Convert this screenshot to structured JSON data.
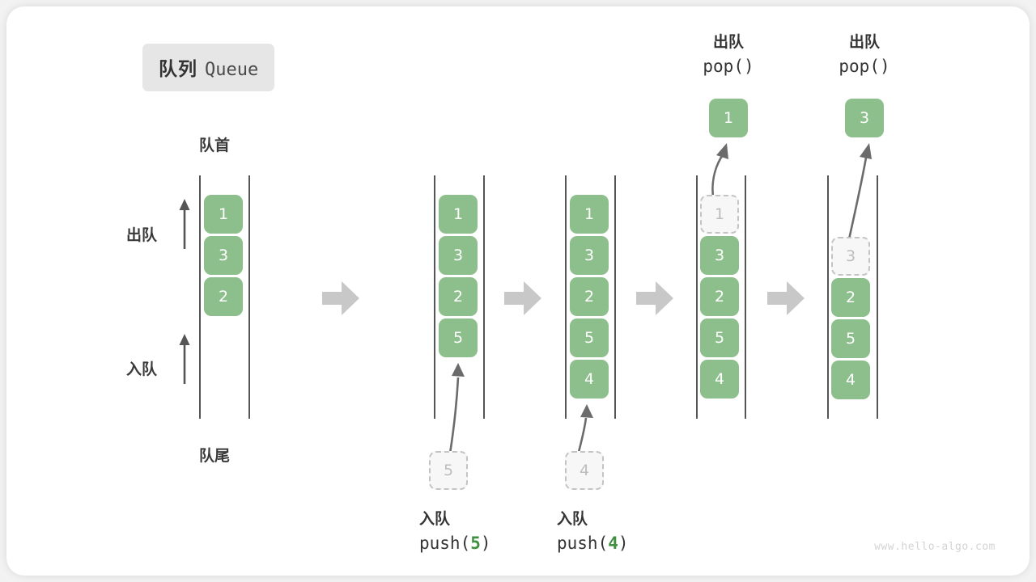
{
  "title": {
    "cn": "队列",
    "en": "Queue"
  },
  "colors": {
    "element": "#8cbf8c",
    "element_text": "#ffffff",
    "ghost_fill": "#f7f7f7",
    "ghost_border": "#c4c4c4",
    "ghost_text": "#bdbdbd",
    "rail": "#555555",
    "arrow": "#6b6b6b",
    "step_arrow": "#c8c8c8",
    "accent_green": "#3f8f3f",
    "badge_bg": "#e6e6e6",
    "card_bg": "#ffffff",
    "page_bg": "#f2f2f2"
  },
  "labels": {
    "head": "队首",
    "tail": "队尾",
    "dequeue": "出队",
    "enqueue": "入队"
  },
  "stages": [
    {
      "id": "initial",
      "elements": [
        "1",
        "3",
        "2"
      ],
      "ghost_index": null,
      "ghost_value": null,
      "top_label": null,
      "top_value": null,
      "bottom_ghost_value": null,
      "bottom_label_cn": null,
      "bottom_label_code": null,
      "bottom_label_arg": null
    },
    {
      "id": "push-5",
      "elements": [
        "1",
        "3",
        "2",
        "5"
      ],
      "ghost_index": null,
      "ghost_value": null,
      "top_label": null,
      "top_value": null,
      "bottom_ghost_value": "5",
      "bottom_label_cn": "入队",
      "bottom_label_code": "push(",
      "bottom_label_arg": "5",
      "bottom_label_code_end": ")"
    },
    {
      "id": "push-4",
      "elements": [
        "1",
        "3",
        "2",
        "5",
        "4"
      ],
      "ghost_index": null,
      "ghost_value": null,
      "top_label": null,
      "top_value": null,
      "bottom_ghost_value": "4",
      "bottom_label_cn": "入队",
      "bottom_label_code": "push(",
      "bottom_label_arg": "4",
      "bottom_label_code_end": ")"
    },
    {
      "id": "pop-1",
      "elements": [
        "1",
        "3",
        "2",
        "5",
        "4"
      ],
      "ghost_index": 0,
      "ghost_value": "1",
      "top_label_cn": "出队",
      "top_label_code": "pop()",
      "top_value": "1",
      "bottom_ghost_value": null,
      "bottom_label_cn": null,
      "bottom_label_code": null
    },
    {
      "id": "pop-3",
      "elements": [
        "3",
        "2",
        "5",
        "4"
      ],
      "ghost_index": 0,
      "ghost_value": "3",
      "ghost_slot_offset": 1,
      "top_label_cn": "出队",
      "top_label_code": "pop()",
      "top_value": "3",
      "bottom_ghost_value": null,
      "bottom_label_cn": null,
      "bottom_label_code": null
    }
  ],
  "watermark": "www.hello-algo.com"
}
